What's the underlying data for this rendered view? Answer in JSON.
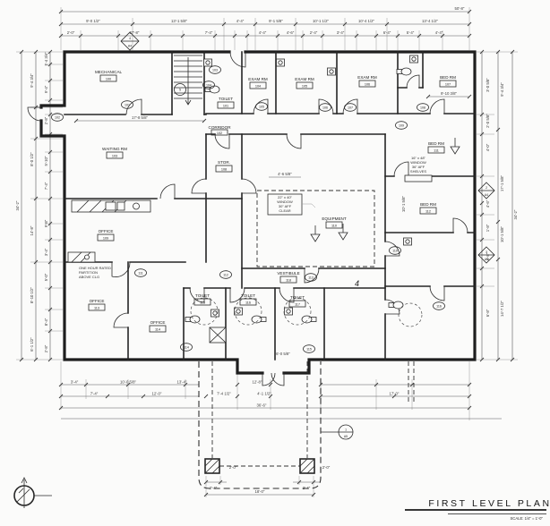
{
  "title": {
    "text": "FIRST LEVEL PLAN",
    "scale": "SCALE: 1/4\" = 1'-0\""
  },
  "dims": {
    "top1": "50'-8\"",
    "top2": [
      "9'-0 1/2\"",
      "13'-1 5/8\"",
      "4'-4\"",
      "9'-1 5/8\"",
      "10'-1 1/2\"",
      "10'-4 1/2\"",
      "13'-4 1/2\""
    ],
    "top3": [
      "2'-0\"",
      "27'-8\"",
      "7'-4\"",
      "4'-4\"",
      "4'-6\"",
      "2'-4\"",
      "3'-4\"",
      "6'-4\"",
      "5'-4\"",
      "4'-4\""
    ],
    "left1": "34'-2\"",
    "left2": [
      "9'-4 3/4\"",
      "8'-0 1/2\"",
      "14'-8\"",
      "8'-10 1/2\"",
      "6'-1 1/2\""
    ],
    "left3": [
      "1'-4 3/4\"",
      "9'-4\"",
      "2'-8\"",
      "5'-10\"",
      "7'-4\"",
      "9'-8\"",
      "3'-4\"",
      "5'-0\"",
      "8'-4\"",
      "2'-8\""
    ],
    "right1": "34'-2\"",
    "right2": [
      "9'-4 3/4\"",
      "17'-1 5/8\"",
      "10'-1 5/8\"",
      "14'-7 1/2\""
    ],
    "right3": [
      "3'-0 5/8\"",
      "2'-0 5/8\"",
      "4'-0\"",
      "4'-6\"",
      "1'-8\"",
      "4'-8\"",
      "6'-8\""
    ],
    "bottom1": "36'-6\"",
    "bottom2": [
      "7'-4\"",
      "12'-0\"",
      "7'-4 1/2\"",
      "4'-1 1/2\"",
      "17'-0\""
    ],
    "bottom3": [
      "3'-4\"",
      "10'-0 5/8\"",
      "13'-4\"",
      "12'-8\""
    ],
    "canopy": {
      "col1": "2'-4\"",
      "col2": "2'-4\"",
      "span": "18'-0\"",
      "off1": "2'-0\"",
      "off2": "2'-0\""
    },
    "interior": [
      "17'-8 5/8\"",
      "9'-10 3/8\"",
      "4'-6 5/8\"",
      "10'-1 5/8\"",
      "6'-0 5/8\""
    ]
  },
  "rooms": [
    {
      "name": "MECHANICAL",
      "num": "100"
    },
    {
      "name": "TOILET",
      "num": "101"
    },
    {
      "name": "CORRIDOR",
      "num": "102"
    },
    {
      "name": "WAITING RM",
      "num": "103"
    },
    {
      "name": "EXAM RM",
      "num": "104"
    },
    {
      "name": "EXAM RM",
      "num": "105"
    },
    {
      "name": "EXAM RM",
      "num": "106"
    },
    {
      "name": "BED RM",
      "num": "107"
    },
    {
      "name": "STOR.",
      "num": "108"
    },
    {
      "name": "OFFICE",
      "num": "109"
    },
    {
      "name": "EQUIPMENT",
      "num": "110"
    },
    {
      "name": "BED RM",
      "num": "111"
    },
    {
      "name": "BED RM",
      "num": "112"
    },
    {
      "name": "OFFICE",
      "num": "113"
    },
    {
      "name": "OFFICE",
      "num": "114"
    },
    {
      "name": "TOILET",
      "num": "115"
    },
    {
      "name": "TOILET",
      "num": "116"
    },
    {
      "name": "TOILET",
      "num": "117"
    },
    {
      "name": "VESTIBULE",
      "num": "118"
    }
  ],
  "tags": [
    "101",
    "102",
    "103",
    "104",
    "105",
    "106",
    "107",
    "108",
    "109",
    "110",
    "111",
    "112",
    "113",
    "114",
    "115",
    "116"
  ],
  "notes": {
    "window": [
      "22\" x 40\"",
      "WINDOW",
      "30\" AFF",
      "CLEAR"
    ],
    "shelf": [
      "16\" x 48\"",
      "WINDOW",
      "36\" AFF",
      "SHELVES"
    ],
    "partition": [
      "ONE HOUR RATED",
      "PARTITION",
      "ABOVE CLG"
    ],
    "sheet_note": "4"
  },
  "symbols": {
    "stair_circle": "5",
    "diamond_top": {
      "t": "4",
      "b": "A4"
    },
    "diamond_r1": {
      "t": "2",
      "b": "A4"
    },
    "diamond_r2": {
      "t": "3",
      "b": "A4"
    },
    "callout": {
      "t": "1",
      "b": "A5"
    }
  }
}
